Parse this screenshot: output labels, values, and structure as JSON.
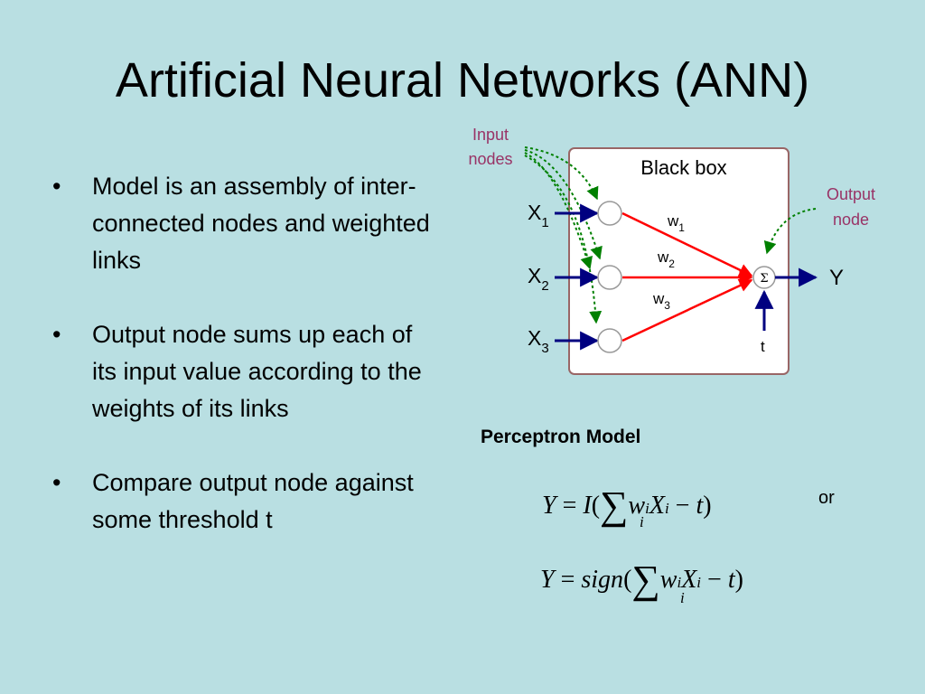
{
  "title": "Artificial Neural Networks (ANN)",
  "bullets": [
    {
      "marker": "•",
      "text": "Model is an assembly of inter-connected nodes and weighted links"
    },
    {
      "marker": "•",
      "text": "Output node sums up each of its input value according to the weights of its links"
    },
    {
      "marker": "•",
      "text": "Compare output node against some threshold t"
    }
  ],
  "diagram": {
    "box_label": "Black box",
    "input_label": [
      "Input",
      "nodes"
    ],
    "output_label": [
      "Output",
      "node"
    ],
    "inputs": [
      {
        "name": "X",
        "sub": "1"
      },
      {
        "name": "X",
        "sub": "2"
      },
      {
        "name": "X",
        "sub": "3"
      }
    ],
    "weights": [
      {
        "name": "w",
        "sub": "1"
      },
      {
        "name": "w",
        "sub": "2"
      },
      {
        "name": "w",
        "sub": "3"
      }
    ],
    "sum_symbol": "Σ",
    "output": "Y",
    "threshold": "t",
    "colors": {
      "arrow_blue": "#000080",
      "link_red": "#ff0000",
      "pointer_green": "#008000",
      "label_purple": "#993366",
      "box_fill": "#ffffff",
      "box_border": "#996666"
    }
  },
  "perceptron": {
    "label": "Perceptron Model",
    "formula1": {
      "lhs": "Y",
      "eq": "=",
      "fn": "I",
      "open": "(",
      "sum": "∑",
      "w": "w",
      "i1": "i",
      "x": "X",
      "i2": "i",
      "minus": "−",
      "t": "t",
      "close": ")",
      "sum_index": "i"
    },
    "or": "or",
    "formula2": {
      "lhs": "Y",
      "eq": "=",
      "fn": "sign",
      "open": "(",
      "sum": "∑",
      "w": "w",
      "i1": "i",
      "x": "X",
      "i2": "i",
      "minus": "−",
      "t": "t",
      "close": ")",
      "sum_index": "i"
    }
  }
}
